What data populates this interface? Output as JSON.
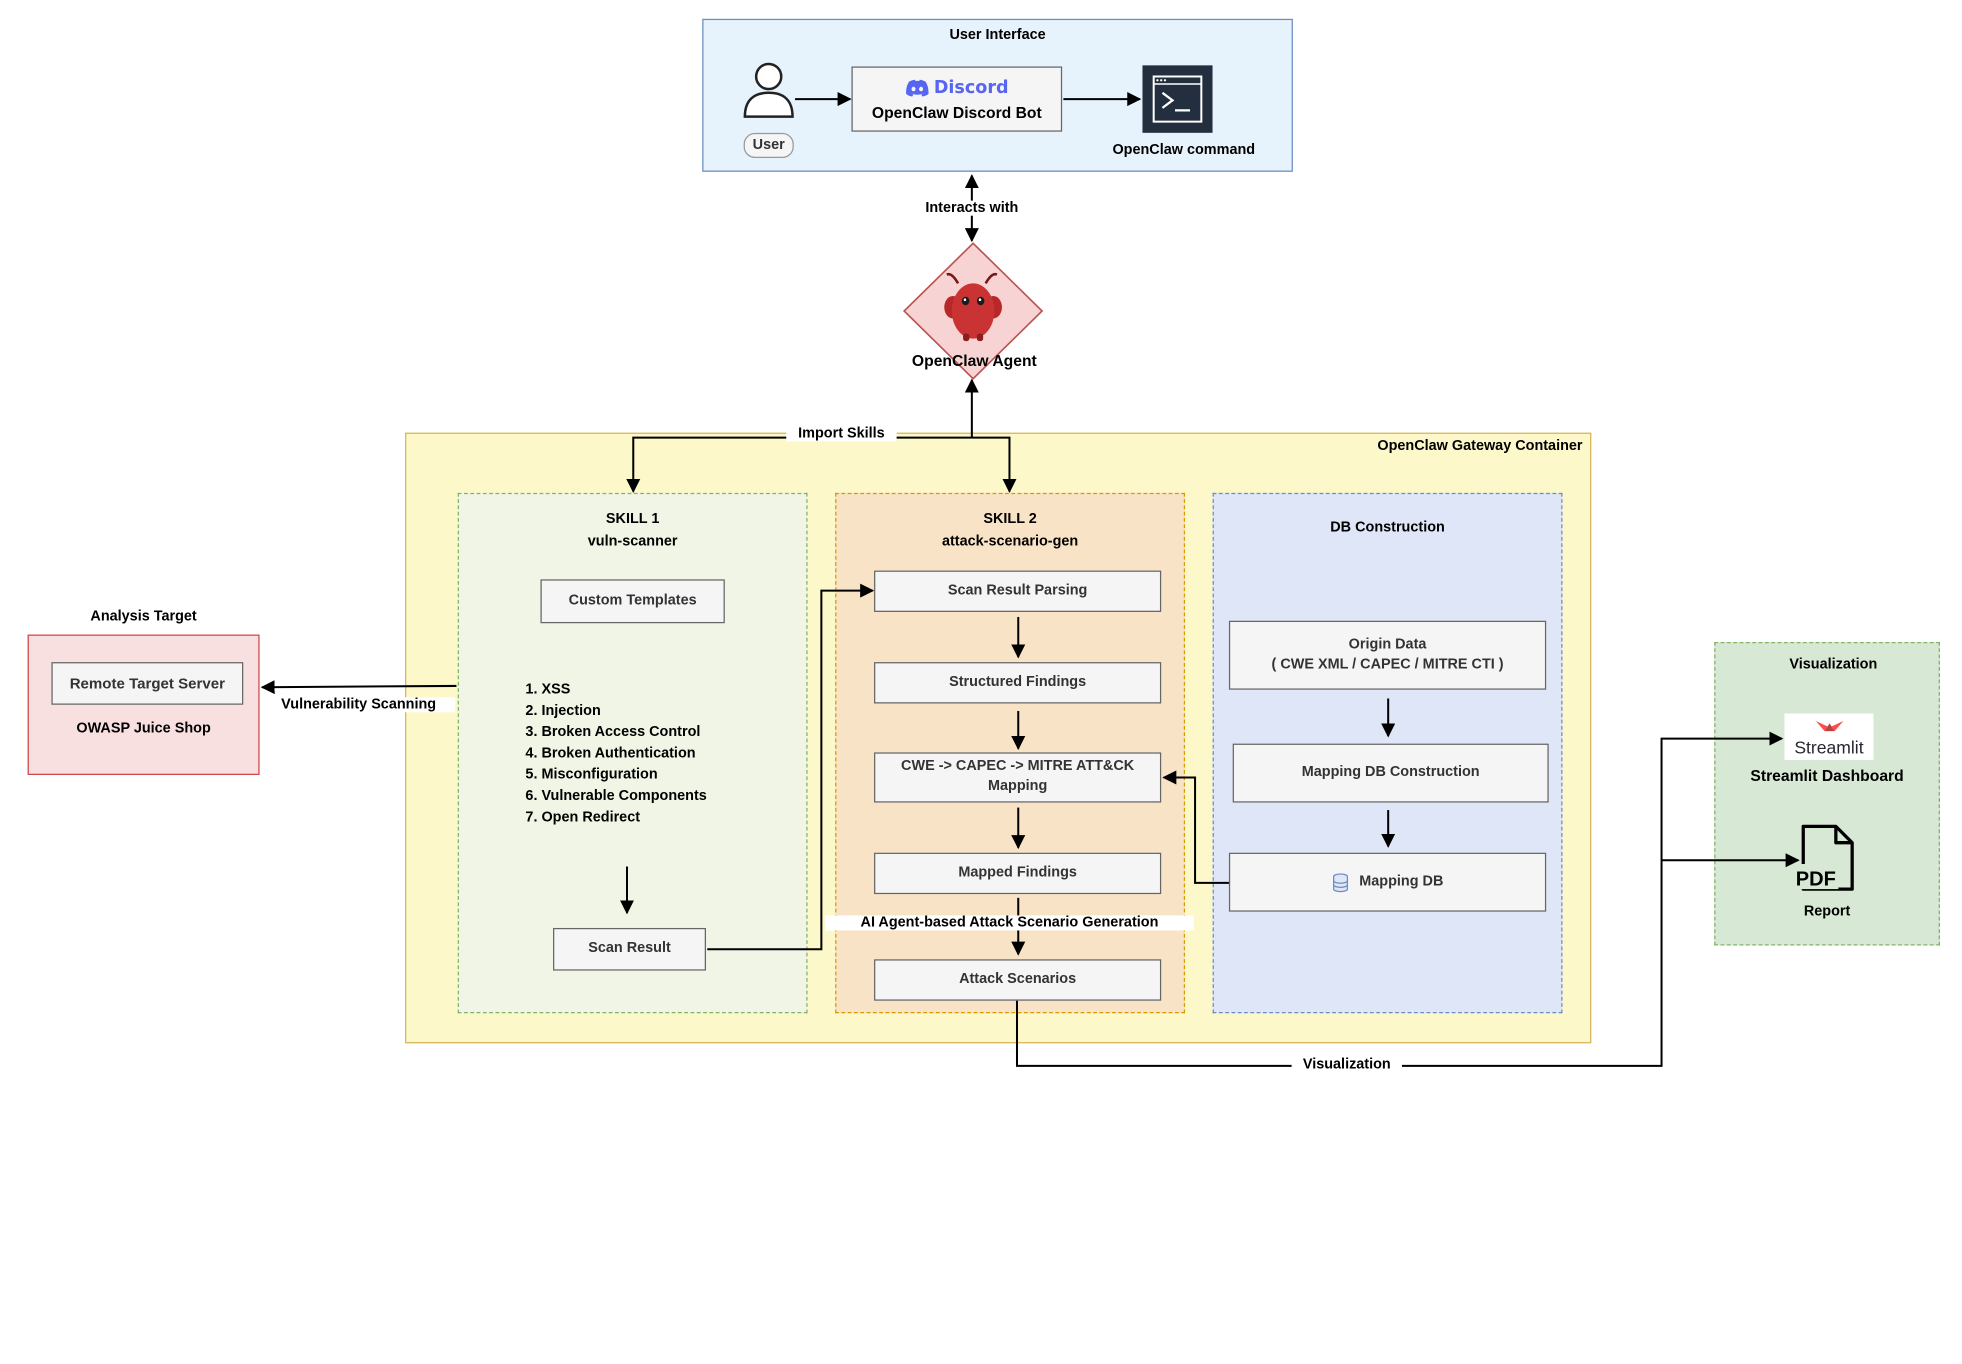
{
  "user_interface": {
    "title": "User Interface",
    "user_label": "User",
    "discord_logo_text": "Discord",
    "discord_bot_label": "OpenClaw Discord Bot",
    "command_label": "OpenClaw command"
  },
  "interacts_label": "Interacts with",
  "agent_label": "OpenClaw Agent",
  "import_skills_label": "Import Skills",
  "gateway": {
    "title": "OpenClaw Gateway Container",
    "skill1": {
      "title_line1": "SKILL 1",
      "title_line2": "vuln-scanner",
      "custom_templates": "Custom Templates",
      "vulns": [
        "1. XSS",
        "2. Injection",
        "3. Broken Access Control",
        "4. Broken Authentication",
        "5. Misconfiguration",
        "6. Vulnerable Components",
        "7. Open Redirect"
      ],
      "scan_result": "Scan Result"
    },
    "skill2": {
      "title_line1": "SKILL 2",
      "title_line2": "attack-scenario-gen",
      "scan_result_parsing": "Scan Result Parsing",
      "structured_findings": "Structured Findings",
      "mapping_line1": "CWE -> CAPEC -> MITRE ATT&CK",
      "mapping_line2": "Mapping",
      "mapped_findings": "Mapped Findings",
      "ai_generation_label": "AI Agent-based Attack Scenario Generation",
      "attack_scenarios": "Attack Scenarios"
    },
    "db": {
      "title": "DB Construction",
      "origin_line1": "Origin Data",
      "origin_line2": "( CWE XML / CAPEC / MITRE CTI )",
      "mapping_db_construction": "Mapping DB Construction",
      "mapping_db": "Mapping DB"
    }
  },
  "analysis_target": {
    "title": "Analysis Target",
    "server": "Remote Target Server",
    "app": "OWASP Juice Shop"
  },
  "vuln_scanning_label": "Vulnerability Scanning",
  "visualization": {
    "title": "Visualization",
    "streamlit_logo_text": "Streamlit",
    "streamlit_label": "Streamlit Dashboard",
    "pdf_icon_text": "PDF",
    "report_label": "Report"
  },
  "visualization_edge_label": "Visualization",
  "colors": {
    "ui_fill": "#e6f2fc",
    "ui_border": "#6c8ebf",
    "gateway_fill": "#fcf8c9",
    "gateway_border": "#d6b656",
    "skill1_fill": "#f1f5e6",
    "skill1_border": "#82b366",
    "skill2_fill": "#f9e3c6",
    "skill2_border": "#d79b00",
    "db_fill": "#dfe6f7",
    "db_border": "#6c8ebf",
    "target_fill": "#f9e0e0",
    "target_border": "#d04747",
    "vis_fill": "#d7e8d4",
    "vis_border": "#82b366",
    "agent_fill": "#f7d3d3",
    "agent_border": "#b85450",
    "discord_blurple": "#5865f2",
    "streamlit_red": "#ff4b4b"
  }
}
